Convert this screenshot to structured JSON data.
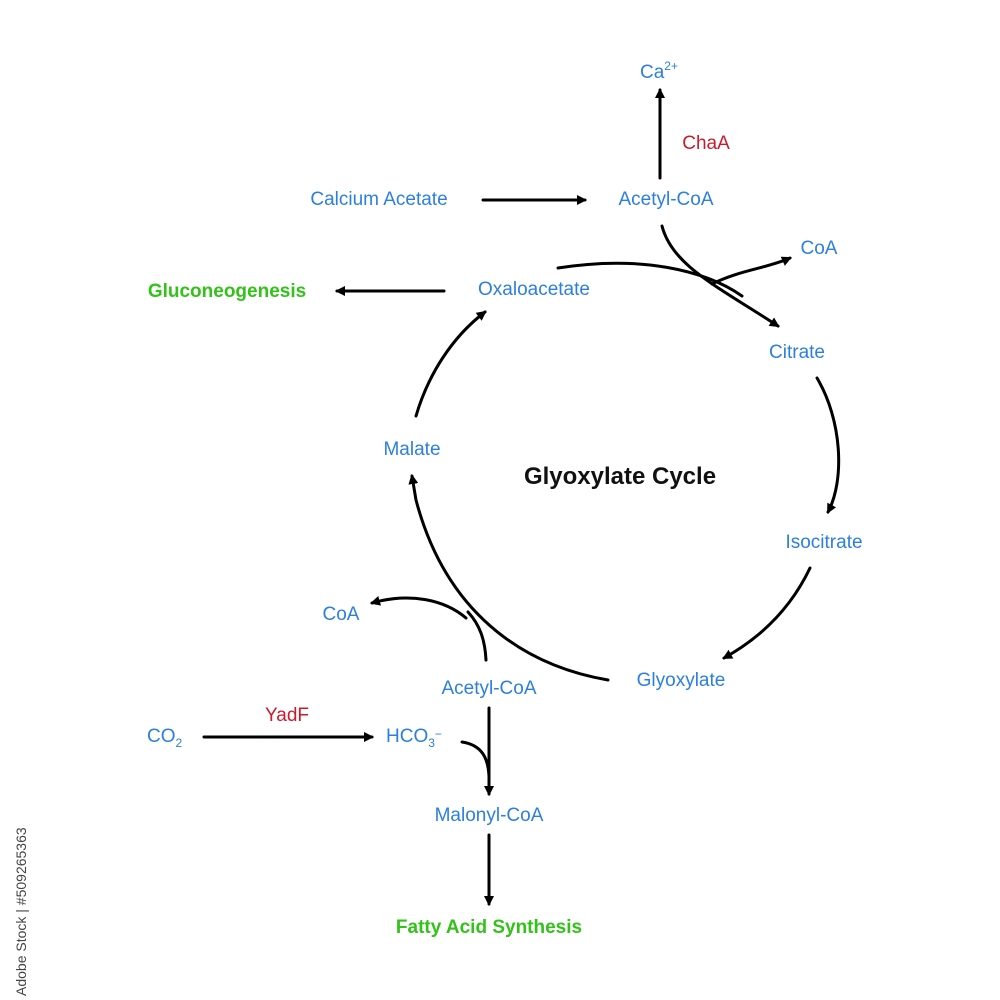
{
  "title": "Glyoxylate Cycle",
  "colors": {
    "metabolite": "#2b7fe0",
    "enzyme": "#cc1a2b",
    "outcome": "#33c21a",
    "arrow": "#000000"
  },
  "metabolites": {
    "ca": "Ca",
    "ca_charge": "2+",
    "calcium_acetate": "Calcium Acetate",
    "acetyl_coa_top": "Acetyl-CoA",
    "coa_top": "CoA",
    "oxaloacetate": "Oxaloacetate",
    "citrate": "Citrate",
    "isocitrate": "Isocitrate",
    "glyoxylate": "Glyoxylate",
    "malate": "Malate",
    "coa_bottom": "CoA",
    "acetyl_coa_bottom": "Acetyl-CoA",
    "co2": "CO",
    "co2_sub": "2",
    "hco3": "HCO",
    "hco3_sub": "3",
    "hco3_charge": "−",
    "malonyl_coa": "Malonyl-CoA"
  },
  "enzymes": {
    "chaa": "ChaA",
    "yadf": "YadF"
  },
  "outcomes": {
    "gluconeogenesis": "Gluconeogenesis",
    "fatty_acid_synthesis": "Fatty Acid Synthesis"
  },
  "watermark": "Adobe Stock | #509265363"
}
